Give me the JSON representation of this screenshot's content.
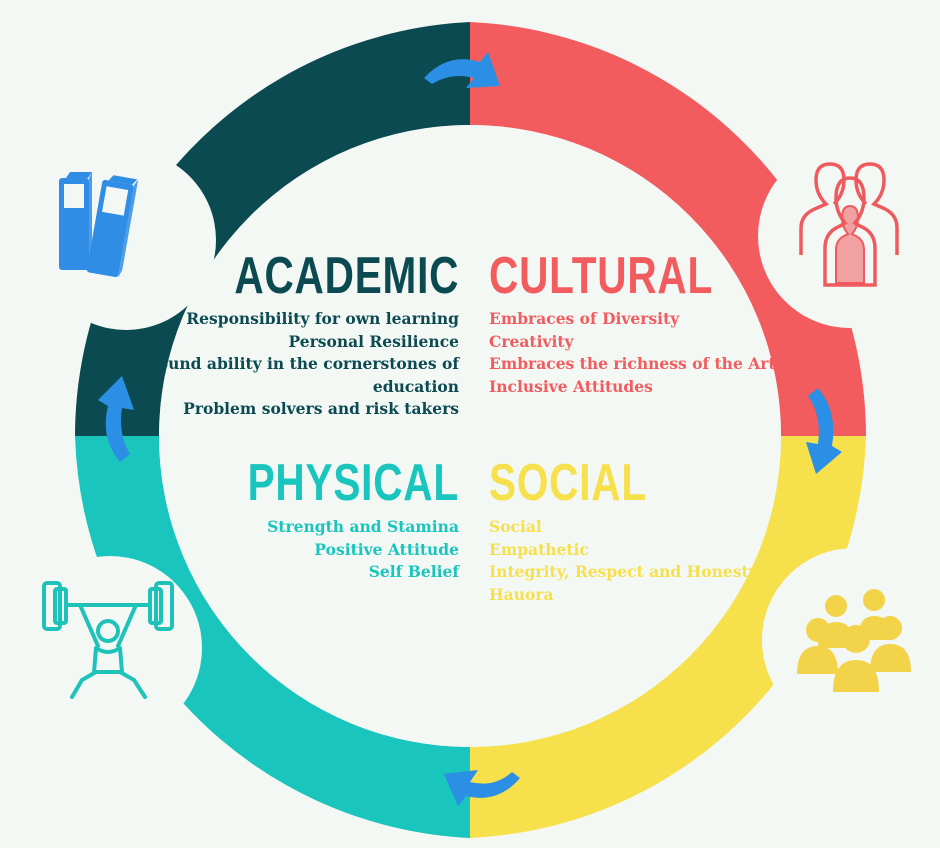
{
  "colors": {
    "background": "#f3f8f5",
    "center": "#f3f8f5",
    "academic": "#0c4a52",
    "cultural": "#f25c5f",
    "social": "#f6e04c",
    "physical": "#19c5bc",
    "arrow": "#2b8fe6",
    "icon_books": "#2f8de6",
    "icon_people": "#ee5a5d",
    "icon_group": "#f2d34a",
    "icon_lifter": "#1ec2b9"
  },
  "quadrants": {
    "academic": {
      "title": "ACADEMIC",
      "items": [
        "Responsibility for own learning",
        "Personal Resilience",
        "Sound ability in the cornerstones of",
        "education",
        "Problem solvers and risk takers"
      ]
    },
    "cultural": {
      "title": "CULTURAL",
      "items": [
        "Embraces of Diversity",
        "Creativity",
        "Embraces the richness of the Arts",
        "Inclusive Attitudes"
      ]
    },
    "physical": {
      "title": "PHYSICAL",
      "items": [
        "Strength and Stamina",
        "Positive Attitude",
        "Self Belief"
      ]
    },
    "social": {
      "title": "SOCIAL",
      "items": [
        "Social",
        "Empathetic",
        "Integrity, Respect and Honesty",
        "Hauora"
      ]
    }
  },
  "icons": {
    "academic": "books-icon",
    "cultural": "people-group-icon",
    "social": "crowd-icon",
    "physical": "weightlifter-icon",
    "arrows": "curved-arrow-icon"
  }
}
